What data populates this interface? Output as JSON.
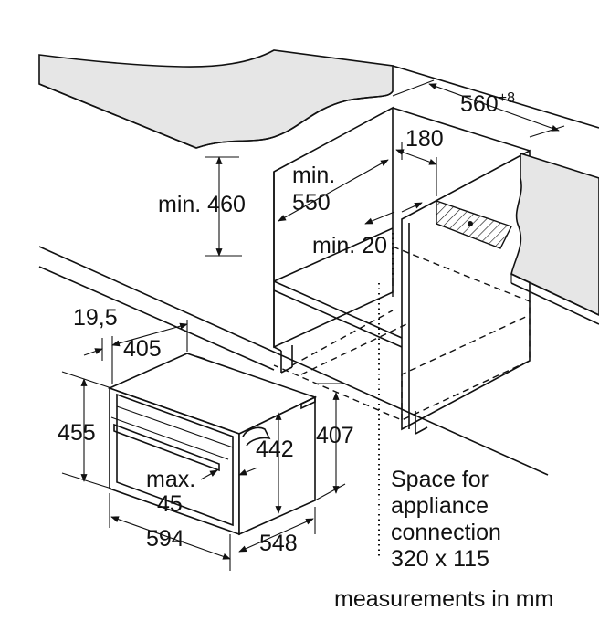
{
  "colors": {
    "line": "#111111",
    "countertop": "#e6e6e6",
    "background": "#ffffff"
  },
  "labels": {
    "width_niche": "560",
    "width_niche_tol": "+8",
    "d180": "180",
    "min550_a": "min.",
    "min550_b": "550",
    "min460": "min. 460",
    "min20": "min. 20",
    "d19_5": "19,5",
    "d405": "405",
    "d455": "455",
    "d442": "442",
    "d407": "407",
    "max45_a": "max.",
    "max45_b": "45",
    "d594": "594",
    "d548": "548",
    "space_1": "Space for",
    "space_2": "appliance",
    "space_3": "connection",
    "space_4": "320 x 115",
    "units": "measurements in mm"
  }
}
